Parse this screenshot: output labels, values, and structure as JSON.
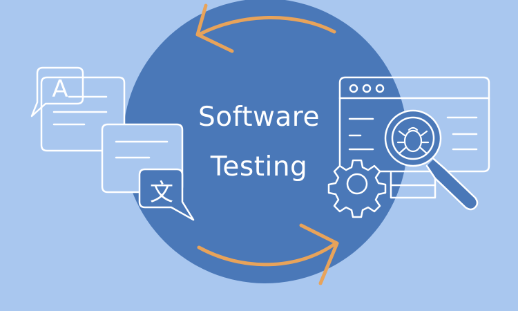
{
  "title": {
    "line1": "Software",
    "line2": "Testing"
  },
  "translation_icon": {
    "glyph_latin": "A",
    "glyph_cjk": "文"
  },
  "colors": {
    "background": "#a9c7ef",
    "circle": "#4a78b8",
    "arrows": "#e8a35a",
    "icons": "#ffffff"
  },
  "icons": [
    "translation-bubbles-icon",
    "browser-bug-search-icon",
    "gear-icon",
    "magnifier-icon",
    "bug-icon",
    "cycle-arrows-icon"
  ]
}
